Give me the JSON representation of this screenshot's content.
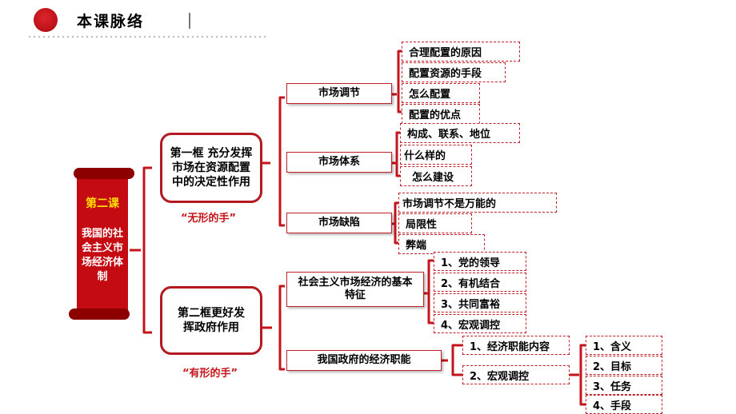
{
  "header": {
    "title": "本课脉络"
  },
  "lesson": {
    "label": "第二课",
    "name": "我国的社会主义市场经济体制"
  },
  "frame1": {
    "title": "第一框 充分发挥市场在资源配置中的决定性作用",
    "tag": "“无形的手”"
  },
  "frame2": {
    "title": "第二框更好发挥政府作用",
    "tag": "“有形的手”"
  },
  "market_regulation": {
    "label": "市场调节",
    "items": [
      "合理配置的原因",
      "配置资源的手段",
      "怎么配置",
      "配置的优点"
    ]
  },
  "market_system": {
    "label": "市场体系",
    "items": [
      "构成、联系、地位",
      "什么样的",
      "怎么建设"
    ]
  },
  "market_defect": {
    "label": "市场缺陷",
    "items": [
      "市场调节不是万能的",
      "局限性",
      "弊端"
    ]
  },
  "basic_features": {
    "label": "社会主义市场经济的基本特征",
    "items": [
      "1、党的领导",
      "2、有机结合",
      "3、共同富裕",
      "4、宏观调控"
    ]
  },
  "gov_functions": {
    "label": "我国政府的经济职能",
    "items": [
      "1、经济职能内容",
      "2、宏观调控"
    ]
  },
  "macro_control": {
    "items": [
      "1、含义",
      "2、目标",
      "3、任务",
      "4、手段"
    ]
  }
}
